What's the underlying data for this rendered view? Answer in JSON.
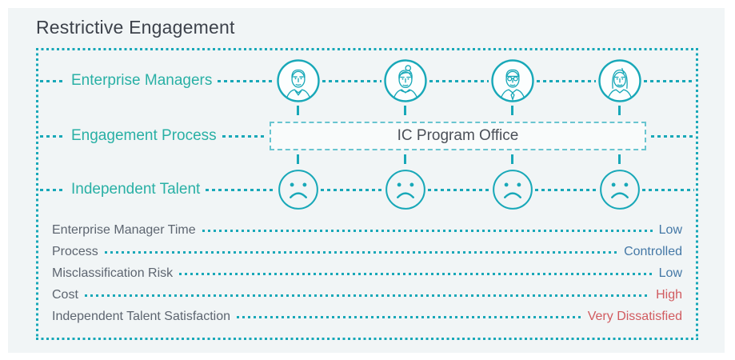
{
  "title": "Restrictive Engagement",
  "diagram": {
    "managers": {
      "label": "Enterprise Managers",
      "icons": [
        "man-short-hair-icon",
        "woman-hair-bun-icon",
        "man-glasses-icon",
        "woman-long-hair-icon"
      ]
    },
    "process": {
      "label": "Engagement Process",
      "office_label": "IC Program Office"
    },
    "talent": {
      "label": "Independent Talent",
      "icons": [
        "sad-face-icon",
        "sad-face-icon",
        "sad-face-icon",
        "sad-face-icon"
      ]
    }
  },
  "metrics": [
    {
      "label": "Enterprise Manager Time",
      "value": "Low",
      "status": "blue"
    },
    {
      "label": "Process",
      "value": "Controlled",
      "status": "blue"
    },
    {
      "label": "Misclassification Risk",
      "value": "Low",
      "status": "blue"
    },
    {
      "label": "Cost",
      "value": "High",
      "status": "red"
    },
    {
      "label": "Independent Talent Satisfaction",
      "value": "Very Dissatisfied",
      "status": "red"
    }
  ],
  "colors": {
    "teal": "#18a8b8",
    "teal_label": "#29b0a5",
    "title_text": "#3d424b",
    "office_text": "#4b5058",
    "metric_label": "#5d6570",
    "value_blue": "#4478a6",
    "value_red": "#d15b60",
    "panel_bg": "#f1f5f6"
  }
}
